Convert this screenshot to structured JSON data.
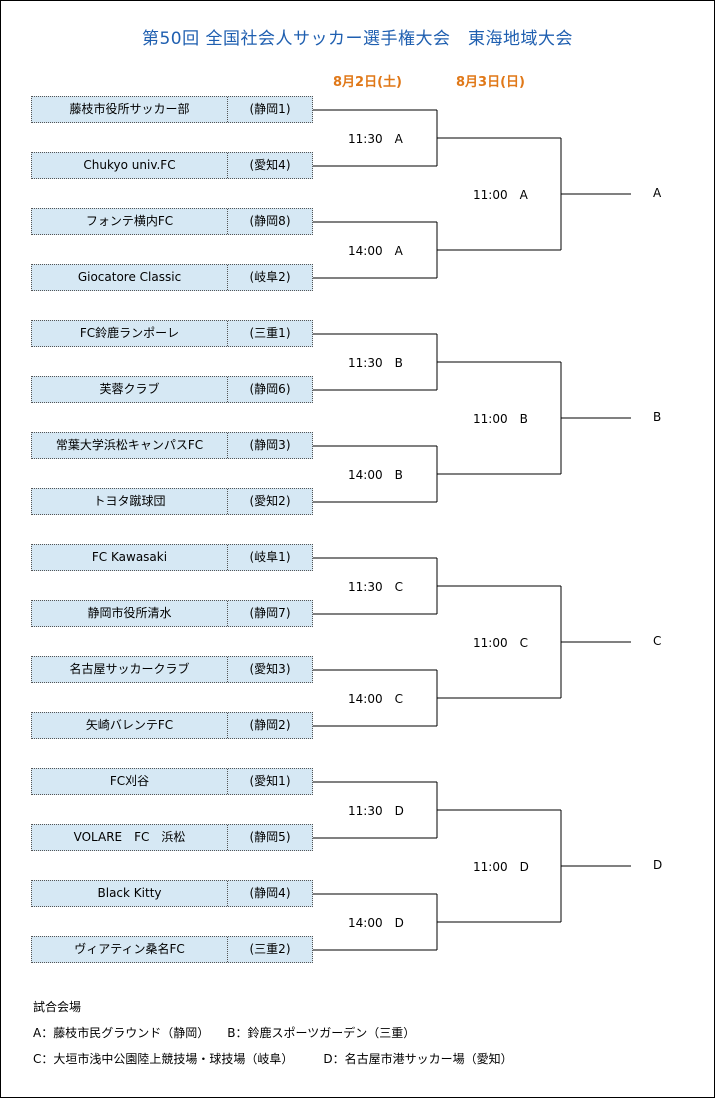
{
  "title": "第50回 全国社会人サッカー選手権大会　東海地域大会",
  "dates": {
    "day1": "8月2日(土)",
    "day2": "8月3日(日)"
  },
  "teams": [
    {
      "name": "藤枝市役所サッカー部",
      "pref": "(静岡1)"
    },
    {
      "name": "Chukyo univ.FC",
      "pref": "(愛知4)"
    },
    {
      "name": "フォンテ横内FC",
      "pref": "(静岡8)"
    },
    {
      "name": "Giocatore Classic",
      "pref": "(岐阜2)"
    },
    {
      "name": "FC鈴鹿ランポーレ",
      "pref": "(三重1)"
    },
    {
      "name": "芙蓉クラブ",
      "pref": "(静岡6)"
    },
    {
      "name": "常葉大学浜松キャンパスFC",
      "pref": "(静岡3)"
    },
    {
      "name": "トヨタ蹴球団",
      "pref": "(愛知2)"
    },
    {
      "name": "FC Kawasaki",
      "pref": "(岐阜1)"
    },
    {
      "name": "静岡市役所清水",
      "pref": "(静岡7)"
    },
    {
      "name": "名古屋サッカークラブ",
      "pref": "(愛知3)"
    },
    {
      "name": "矢崎バレンテFC",
      "pref": "(静岡2)"
    },
    {
      "name": "FC刈谷",
      "pref": "(愛知1)"
    },
    {
      "name": "VOLARE　FC　浜松",
      "pref": "(静岡5)"
    },
    {
      "name": "Black Kitty",
      "pref": "(静岡4)"
    },
    {
      "name": "ヴィアティン桑名FC",
      "pref": "(三重2)"
    }
  ],
  "round1": [
    "11:30　A",
    "14:00　A",
    "11:30　B",
    "14:00　B",
    "11:30　C",
    "14:00　C",
    "11:30　D",
    "14:00　D"
  ],
  "round2": [
    "11:00　A",
    "11:00　B",
    "11:00　C",
    "11:00　D"
  ],
  "finals": [
    "A",
    "B",
    "C",
    "D"
  ],
  "venues": {
    "heading": "試合会場",
    "line1": "A：藤枝市民グラウンド（静岡）　　B：鈴鹿スポーツガーデン（三重）",
    "line2": "C：大垣市浅中公園陸上競技場・球技場（岐阜）　　　D：名古屋市港サッカー場（愛知）"
  }
}
